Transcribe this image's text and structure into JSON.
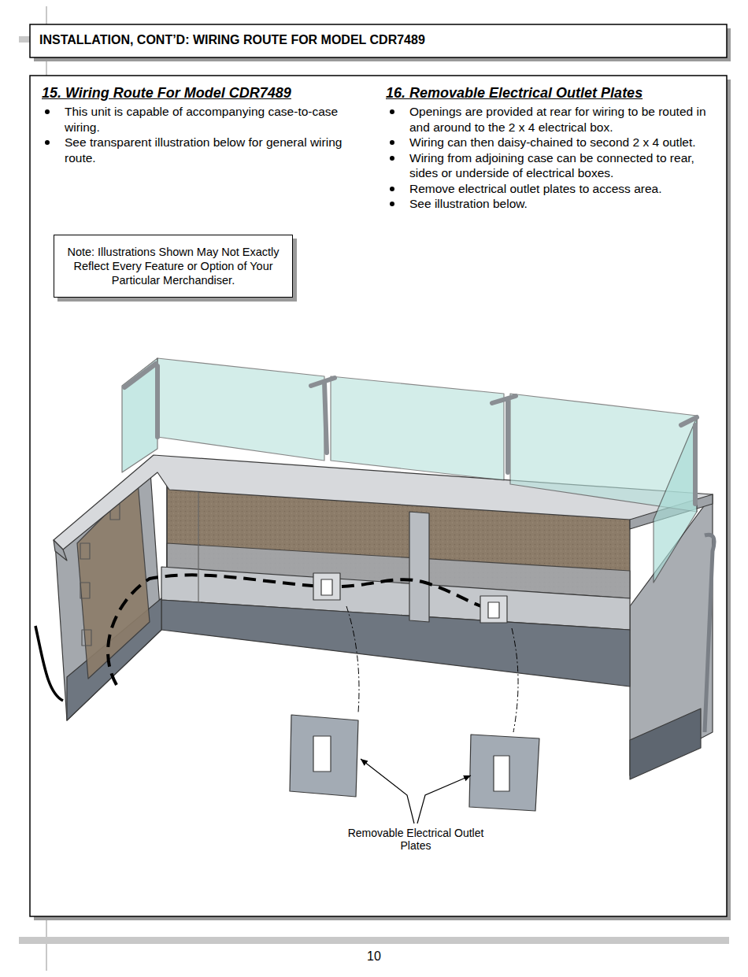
{
  "diagram": {
    "title": "INSTALLATION, CONT’D: WIRING ROUTE FOR MODEL CDR7489",
    "nodes": [
      {
        "text": [
          "Note: Illustrations Shown May Not Exactly Reflect Every Feature or Option of Your Particular Merchandiser."
        ]
      }
    ],
    "labels": [
      "15. Wiring Route For Model CDR7489",
      "This unit is capable of accompanying case-to-case wiring.",
      "See transparent illustration below for general wiring route.",
      "16. Removable Electrical Outlet Plates",
      "Openings are provided at rear for wiring to be routed in and around to the 2 x 4 electrical box.",
      "Wiring can then daisy-chained to second 2 x 4 outlet.",
      "Wiring from adjoining case can be connected to rear, sides or underside of electrical boxes.",
      "Remove electrical outlet plates to access area.",
      "See illustration below.",
      "Removable Electrical Outlet Plates",
      "10"
    ]
  }
}
